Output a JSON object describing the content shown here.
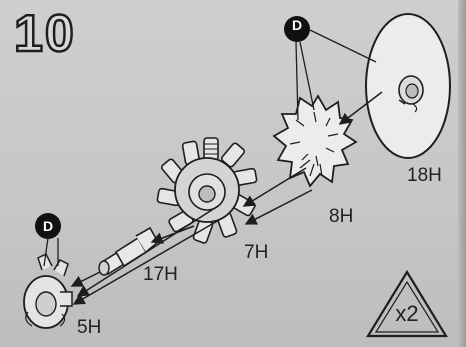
{
  "step": {
    "number": "10"
  },
  "parts": {
    "p18h": "18H",
    "p8h": "8H",
    "p7h": "7H",
    "p17h": "17H",
    "p5h": "5H"
  },
  "callouts": {
    "d_top": "D",
    "d_left": "D"
  },
  "quantity": {
    "label": "x2"
  },
  "colors": {
    "ink": "#1e1e1e",
    "paper": "#c9c9c7"
  }
}
